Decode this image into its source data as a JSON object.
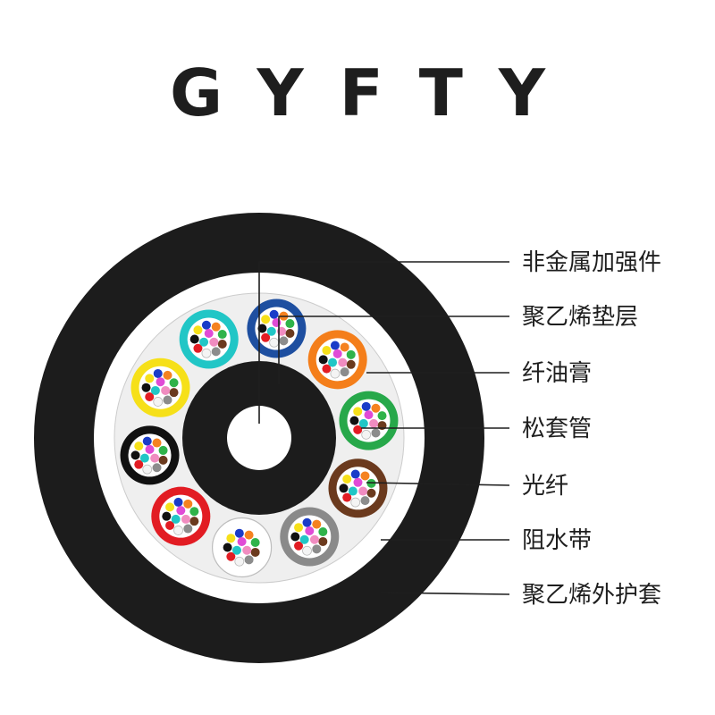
{
  "title": "GYFTY",
  "labels": [
    "非金属加强件",
    "聚乙烯垫层",
    "纤油膏",
    "松套管",
    "光纤",
    "阻水带",
    "聚乙烯外护套"
  ],
  "colors": {
    "sheath": "#1c1c1c",
    "water_blocking_tape": "#ffffff",
    "filling": "#efefef",
    "core_padding": "#1c1c1c",
    "strength_member": "#ffffff",
    "leader_line": "#1e1e1e"
  },
  "tube_colors": [
    "#1e4fa0",
    "#f47e1a",
    "#27a84a",
    "#6b3a1e",
    "#8a8a8a",
    "#ffffff",
    "#e21c23",
    "#111111",
    "#f6e019",
    "#21c6c6"
  ],
  "fiber_colors": [
    "#1a3cc8",
    "#f58220",
    "#2fb34a",
    "#6b3a1e",
    "#8c8c8c",
    "#f4f4f4",
    "#e21c23",
    "#111111",
    "#f6e019",
    "#e04bd6",
    "#f08cc0",
    "#21c6c6"
  ]
}
